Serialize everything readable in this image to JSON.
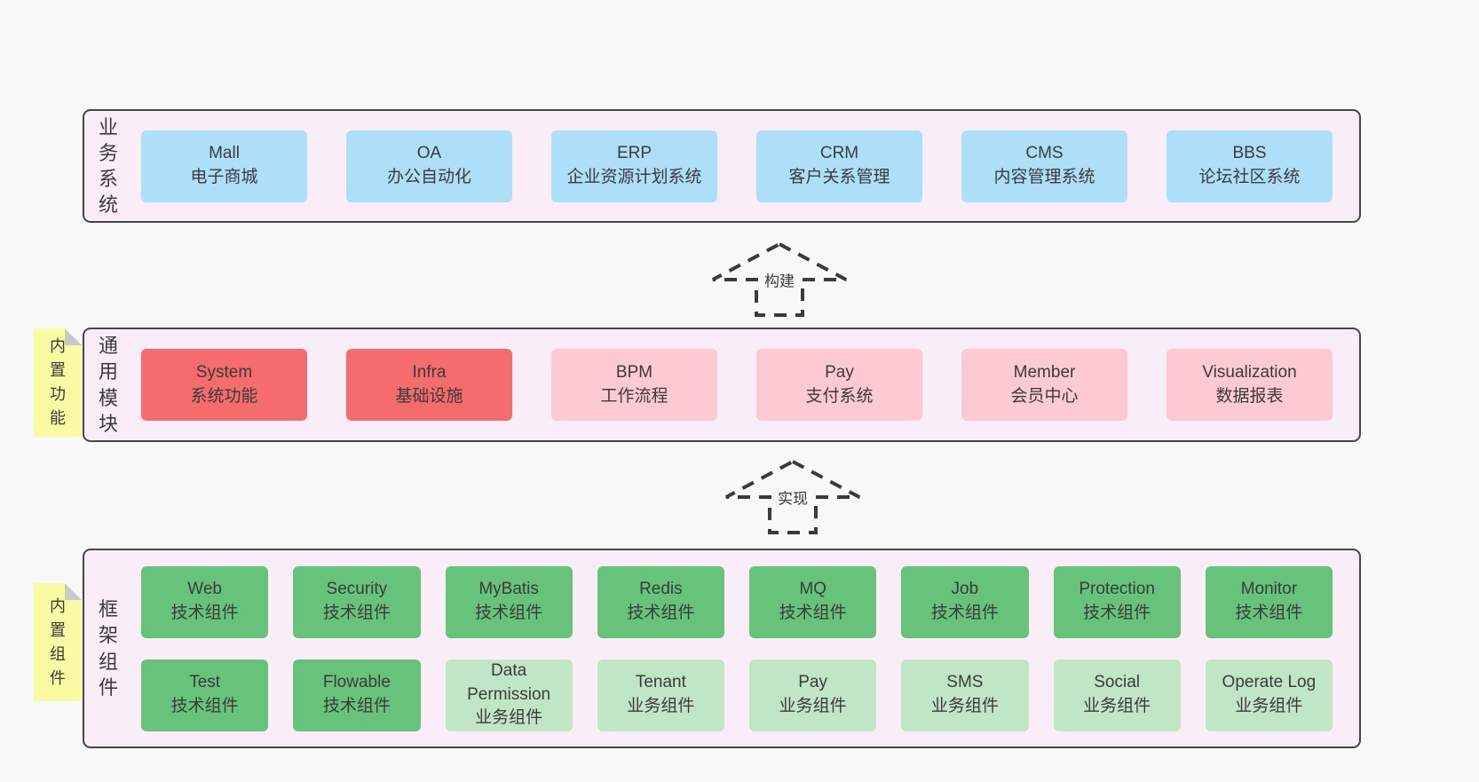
{
  "colors": {
    "bg": "#f8f8f8",
    "band-bg": "#f9eef7",
    "band-border": "#454545",
    "blue": "#aedff8",
    "red": "#f56c6c",
    "pink": "#fdc9d2",
    "green": "#67c37a",
    "green-light": "#c0e6c5",
    "note-bg": "#fafaa2",
    "note-fold": "#c9c9c9",
    "arrow-stroke": "#3a3a3a",
    "text": "#3b3b3b"
  },
  "bands": [
    {
      "label": "业务系统",
      "boxes": [
        {
          "en": "Mall",
          "zh": "电子商城",
          "variant": "blue"
        },
        {
          "en": "OA",
          "zh": "办公自动化",
          "variant": "blue"
        },
        {
          "en": "ERP",
          "zh": "企业资源计划系统",
          "variant": "blue"
        },
        {
          "en": "CRM",
          "zh": "客户关系管理",
          "variant": "blue"
        },
        {
          "en": "CMS",
          "zh": "内容管理系统",
          "variant": "blue"
        },
        {
          "en": "BBS",
          "zh": "论坛社区系统",
          "variant": "blue"
        }
      ]
    },
    {
      "label": "通用模块",
      "note": "内置功能",
      "boxes": [
        {
          "en": "System",
          "zh": "系统功能",
          "variant": "red"
        },
        {
          "en": "Infra",
          "zh": "基础设施",
          "variant": "red"
        },
        {
          "en": "BPM",
          "zh": "工作流程",
          "variant": "pink"
        },
        {
          "en": "Pay",
          "zh": "支付系统",
          "variant": "pink"
        },
        {
          "en": "Member",
          "zh": "会员中心",
          "variant": "pink"
        },
        {
          "en": "Visualization",
          "zh": "数据报表",
          "variant": "pink"
        }
      ]
    },
    {
      "label": "框架组件",
      "note": "内置组件",
      "rows": [
        [
          {
            "en": "Web",
            "zh": "技术组件",
            "variant": "green"
          },
          {
            "en": "Security",
            "zh": "技术组件",
            "variant": "green"
          },
          {
            "en": "MyBatis",
            "zh": "技术组件",
            "variant": "green"
          },
          {
            "en": "Redis",
            "zh": "技术组件",
            "variant": "green"
          },
          {
            "en": "MQ",
            "zh": "技术组件",
            "variant": "green"
          },
          {
            "en": "Job",
            "zh": "技术组件",
            "variant": "green"
          },
          {
            "en": "Protection",
            "zh": "技术组件",
            "variant": "green"
          },
          {
            "en": "Monitor",
            "zh": "技术组件",
            "variant": "green"
          }
        ],
        [
          {
            "en": "Test",
            "zh": "技术组件",
            "variant": "green"
          },
          {
            "en": "Flowable",
            "zh": "技术组件",
            "variant": "green"
          },
          {
            "en": "Data Permission",
            "zh": "业务组件",
            "variant": "green-light"
          },
          {
            "en": "Tenant",
            "zh": "业务组件",
            "variant": "green-light"
          },
          {
            "en": "Pay",
            "zh": "业务组件",
            "variant": "green-light"
          },
          {
            "en": "SMS",
            "zh": "业务组件",
            "variant": "green-light"
          },
          {
            "en": "Social",
            "zh": "业务组件",
            "variant": "green-light"
          },
          {
            "en": "Operate Log",
            "zh": "业务组件",
            "variant": "green-light"
          }
        ]
      ]
    }
  ],
  "arrows": [
    {
      "label": "构建"
    },
    {
      "label": "实现"
    }
  ]
}
